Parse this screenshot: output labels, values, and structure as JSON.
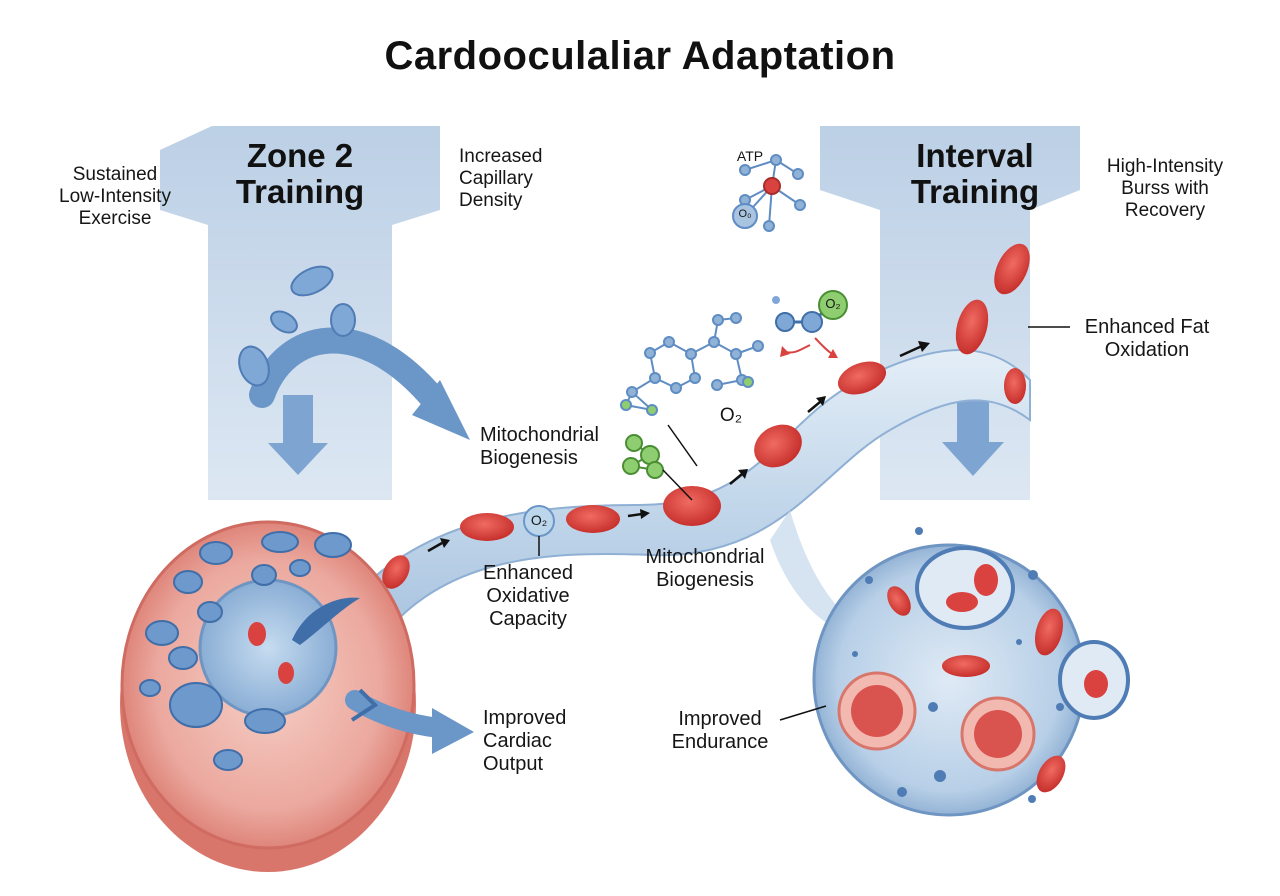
{
  "title": "Cardooculaliar Adaptation",
  "zones": {
    "zone2": {
      "heading_line1": "Zone 2",
      "heading_line2": "Training",
      "left_note": [
        "Sustained",
        "Low-Intensity",
        "Exercise"
      ],
      "right_note": [
        "Increased",
        "Capillary",
        "Density"
      ]
    },
    "interval": {
      "heading_line1": "Interval",
      "heading_line2": "Training",
      "right_note": [
        "High-Intensity",
        "Burss with",
        "Recovery"
      ]
    }
  },
  "labels": {
    "enhanced_fat": [
      "Enhanced Fat",
      "Oxidation"
    ],
    "mito_upper": [
      "Mitochondrial",
      "Biogenesis"
    ],
    "mito_lower": [
      "Mitochondrial",
      "Biogenesis"
    ],
    "oxidative": [
      "Enhanced",
      "Oxidative",
      "Capacity"
    ],
    "cardiac": [
      "Improved",
      "Cardiac",
      "Output"
    ],
    "endurance": [
      "Improved",
      "Endurance"
    ]
  },
  "molecules": {
    "atp": "ATP",
    "o_small": "O₀",
    "o2_top": "O₂",
    "o2_mid": "O₂",
    "o2_vessel": "O₂"
  },
  "colors": {
    "banner": "#b8cde4",
    "vessel": "#cfe0ef",
    "rbc": "#d9423f",
    "muscle": "#e9a49b",
    "cell_blue": "#a8c4e0",
    "mito": "#6a97cb",
    "molecule": "#8fb2d6",
    "molecule_green": "#8fce70"
  }
}
